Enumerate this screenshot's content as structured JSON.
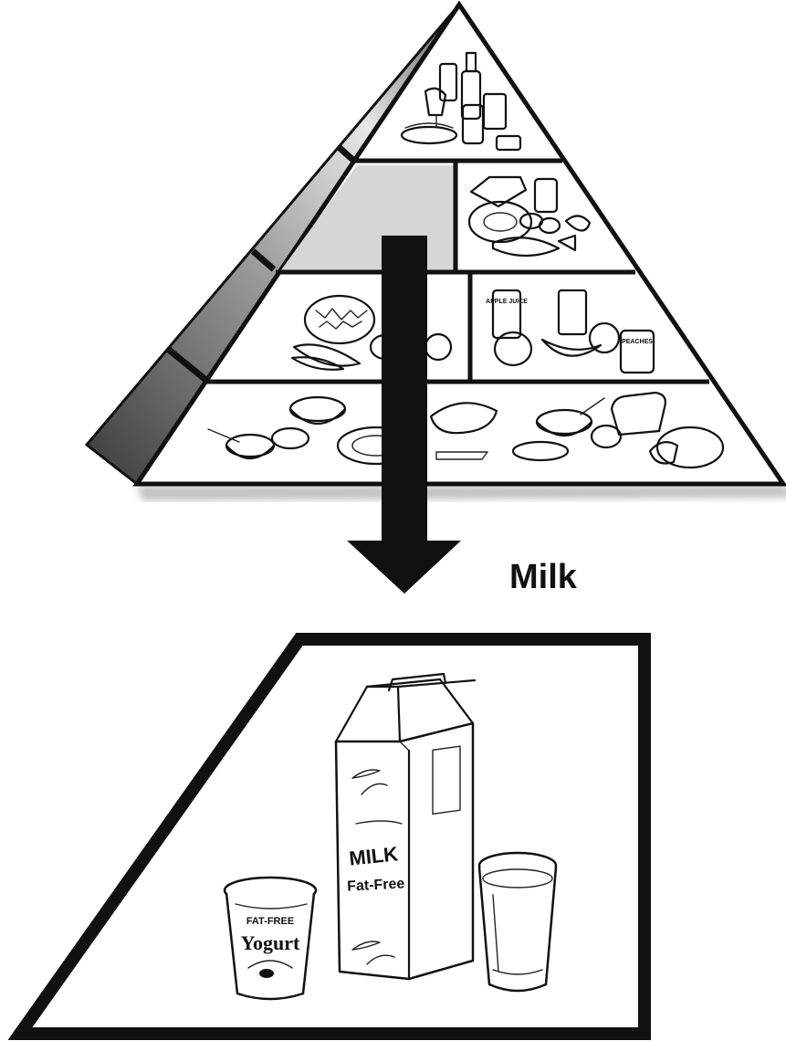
{
  "diagram": {
    "focus_label": "Milk",
    "products": {
      "carton_brand": "MILK",
      "carton_subtitle": "Fat-Free",
      "yogurt_badge": "FAT-FREE",
      "yogurt_name": "Yogurt"
    },
    "pyramid_labels": {
      "juice": "APPLE JUICE",
      "peaches": "PEACHES"
    },
    "highlight_color": "#d6d6d6"
  }
}
